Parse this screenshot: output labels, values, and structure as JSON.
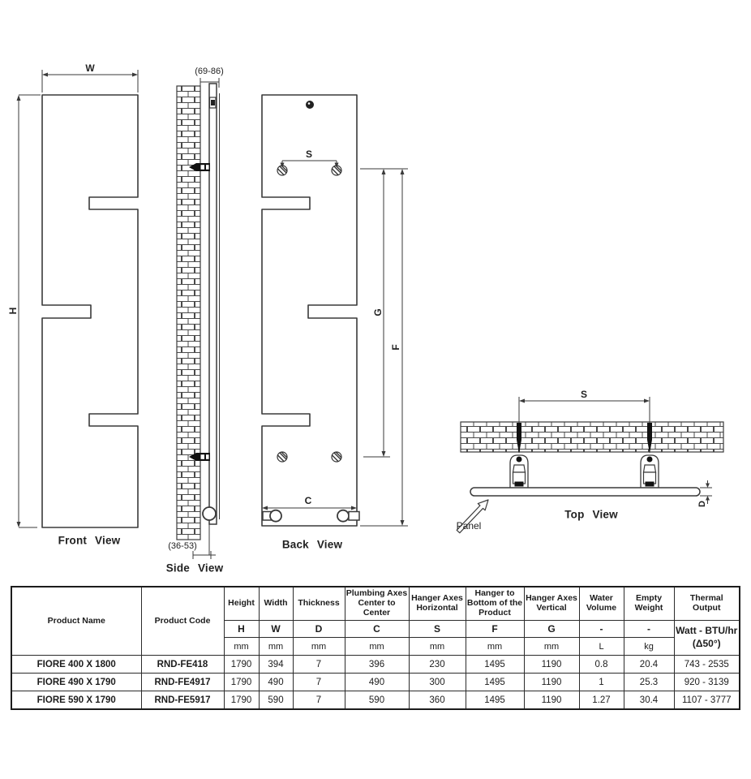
{
  "drawing": {
    "line_color": "#3a3a3a",
    "fill_color": "#ffffff",
    "bracket_color": "#111111",
    "front": {
      "title": "Front View",
      "width_label": "W",
      "height_label": "H"
    },
    "side": {
      "title": "Side View",
      "top_dim": "(69-86)",
      "bottom_dim": "(36-53)"
    },
    "back": {
      "title": "Back View",
      "hanger_h_label": "S",
      "plumbing_label": "C",
      "hanger_v_label": "G",
      "hanger_bottom_label": "F"
    },
    "top": {
      "title": "Top View",
      "hanger_h_label": "S",
      "thickness_label": "D",
      "panel_label": "Panel"
    }
  },
  "table": {
    "columns": [
      {
        "label": "Product Name",
        "letter": "",
        "unit": ""
      },
      {
        "label": "Product Code",
        "letter": "",
        "unit": ""
      },
      {
        "label": "Height",
        "letter": "H",
        "unit": "mm"
      },
      {
        "label": "Width",
        "letter": "W",
        "unit": "mm"
      },
      {
        "label": "Thickness",
        "letter": "D",
        "unit": "mm"
      },
      {
        "label": "Plumbing Axes Center to Center",
        "letter": "C",
        "unit": "mm"
      },
      {
        "label": "Hanger Axes Horizontal",
        "letter": "S",
        "unit": "mm"
      },
      {
        "label": "Hanger to Bottom of the Product",
        "letter": "F",
        "unit": "mm"
      },
      {
        "label": "Hanger Axes Vertical",
        "letter": "G",
        "unit": "mm"
      },
      {
        "label": "Water Volume",
        "letter": "-",
        "unit": "L"
      },
      {
        "label": "Empty Weight",
        "letter": "-",
        "unit": "kg"
      },
      {
        "label": "Thermal Output",
        "letter": "Watt - BTU/hr",
        "unit": "(Δ50°)"
      }
    ],
    "rows": [
      {
        "name": "FIORE 400 X 1800",
        "code": "RND-FE418",
        "values": [
          "1790",
          "394",
          "7",
          "396",
          "230",
          "1495",
          "1190",
          "0.8",
          "20.4",
          "743 - 2535"
        ]
      },
      {
        "name": "FIORE 490 X 1790",
        "code": "RND-FE4917",
        "values": [
          "1790",
          "490",
          "7",
          "490",
          "300",
          "1495",
          "1190",
          "1",
          "25.3",
          "920 - 3139"
        ]
      },
      {
        "name": "FIORE 590 X 1790",
        "code": "RND-FE5917",
        "values": [
          "1790",
          "590",
          "7",
          "590",
          "360",
          "1495",
          "1190",
          "1.27",
          "30.4",
          "1107 - 3777"
        ]
      }
    ]
  }
}
